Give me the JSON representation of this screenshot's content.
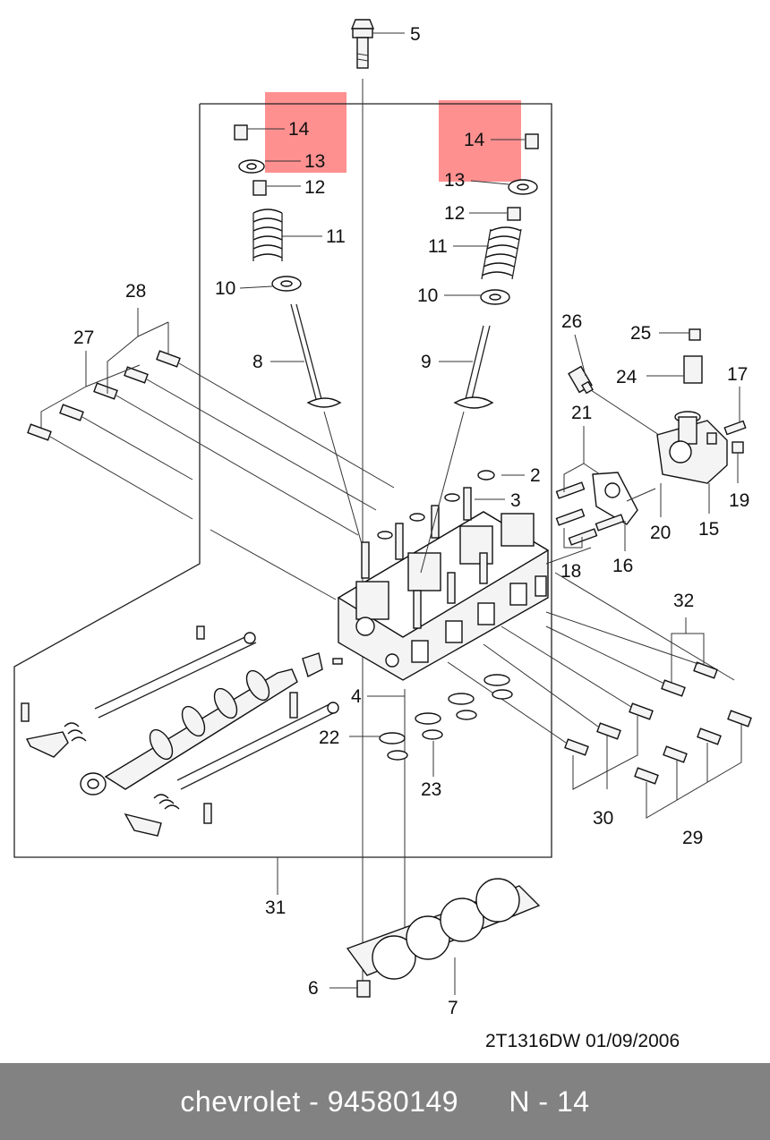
{
  "diagram": {
    "code_stamp": "2T1316DW  01/09/2006",
    "callouts": [
      "5",
      "14",
      "13",
      "12",
      "11",
      "10",
      "8",
      "14",
      "13",
      "12",
      "11",
      "10",
      "9",
      "28",
      "27",
      "26",
      "25",
      "24",
      "17",
      "21",
      "2",
      "3",
      "15",
      "19",
      "20",
      "18",
      "16",
      "32",
      "4",
      "22",
      "23",
      "30",
      "29",
      "31",
      "6",
      "7"
    ],
    "highlight_color": "#ff6b6b"
  },
  "footer": {
    "brand": "chevrolet",
    "separator": " - ",
    "part_number": "94580149",
    "page_label": "N - 14",
    "background": "#828282"
  }
}
